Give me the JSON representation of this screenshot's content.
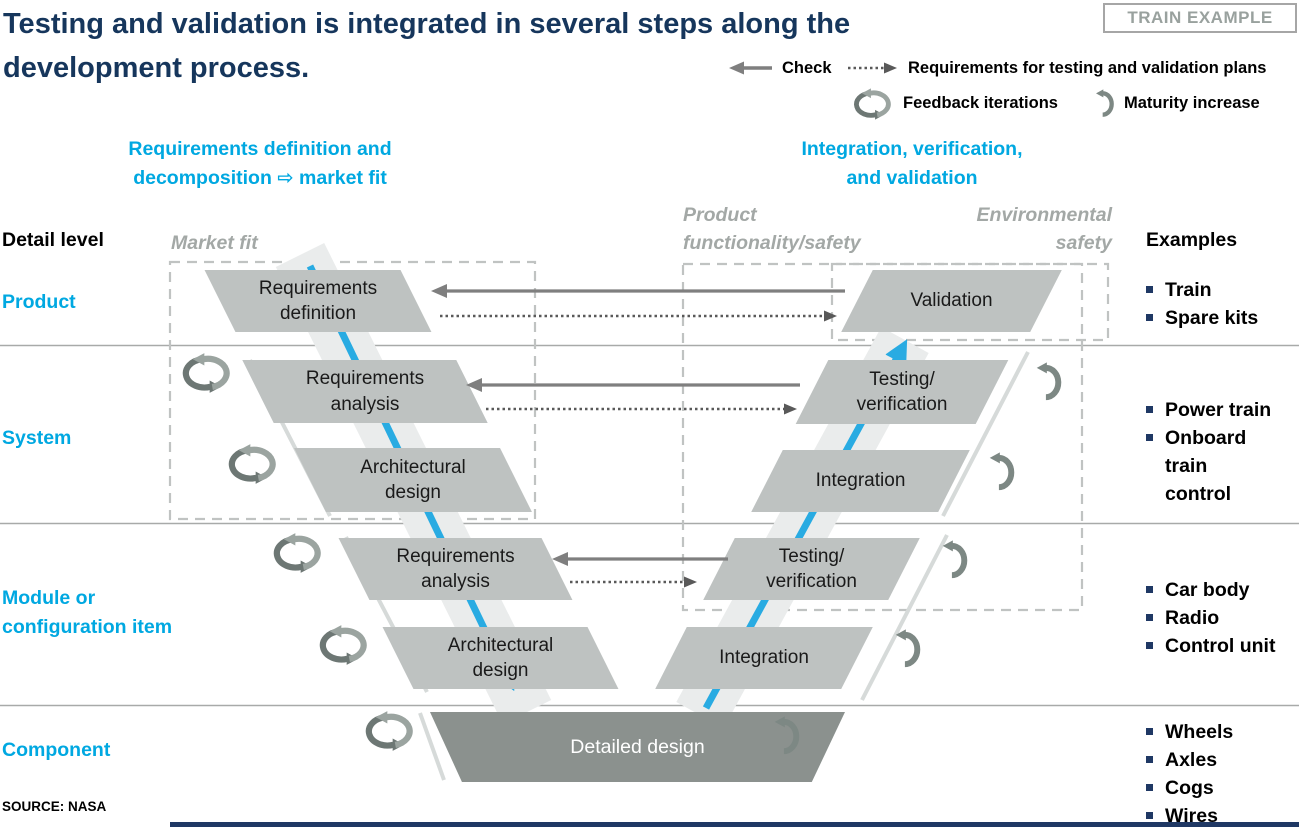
{
  "header": {
    "title": "Testing and validation is integrated in several steps along the\ndevelopment process.",
    "tag": "TRAIN EXAMPLE"
  },
  "legend": {
    "check": "Check",
    "req_plans": "Requirements for testing and validation plans",
    "feedback": "Feedback iterations",
    "maturity": "Maturity increase"
  },
  "columns": {
    "left_title": "Requirements definition and\ndecomposition ⇨ market fit",
    "right_title": "Integration, verification,\nand validation"
  },
  "scope_labels": {
    "market_fit": "Market fit",
    "product_functionality": "Product\nfunctionality/safety",
    "environmental_safety": "Environmental\nsafety"
  },
  "detail_level_label": "Detail level",
  "examples_label": "Examples",
  "rows": [
    {
      "label": "Product",
      "examples": [
        "Train",
        "Spare kits"
      ]
    },
    {
      "label": "System",
      "examples": [
        "Power train",
        "Onboard train control"
      ]
    },
    {
      "label": "Module or\nconfiguration item",
      "examples": [
        "Car body",
        "Radio",
        "Control unit"
      ]
    },
    {
      "label": "Component",
      "examples": [
        "Wheels",
        "Axles",
        "Cogs",
        "Wires"
      ]
    }
  ],
  "v_model": {
    "left_boxes": [
      "Requirements\ndefinition",
      "Requirements\nanalysis",
      "Architectural\ndesign",
      "Requirements\nanalysis",
      "Architectural\ndesign"
    ],
    "right_boxes": [
      "Validation",
      "Testing/\nverification",
      "Integration",
      "Testing/\nverification",
      "Integration"
    ],
    "bottom_box": "Detailed design"
  },
  "source": "SOURCE: NASA",
  "colors": {
    "accent_cyan": "#00a8e1",
    "navy": "#16365c",
    "box_gray": "#bec2c1",
    "box_dark_gray": "#8b918e",
    "process_blue": "#29abe2",
    "frame_gray": "#a6a6a6"
  }
}
